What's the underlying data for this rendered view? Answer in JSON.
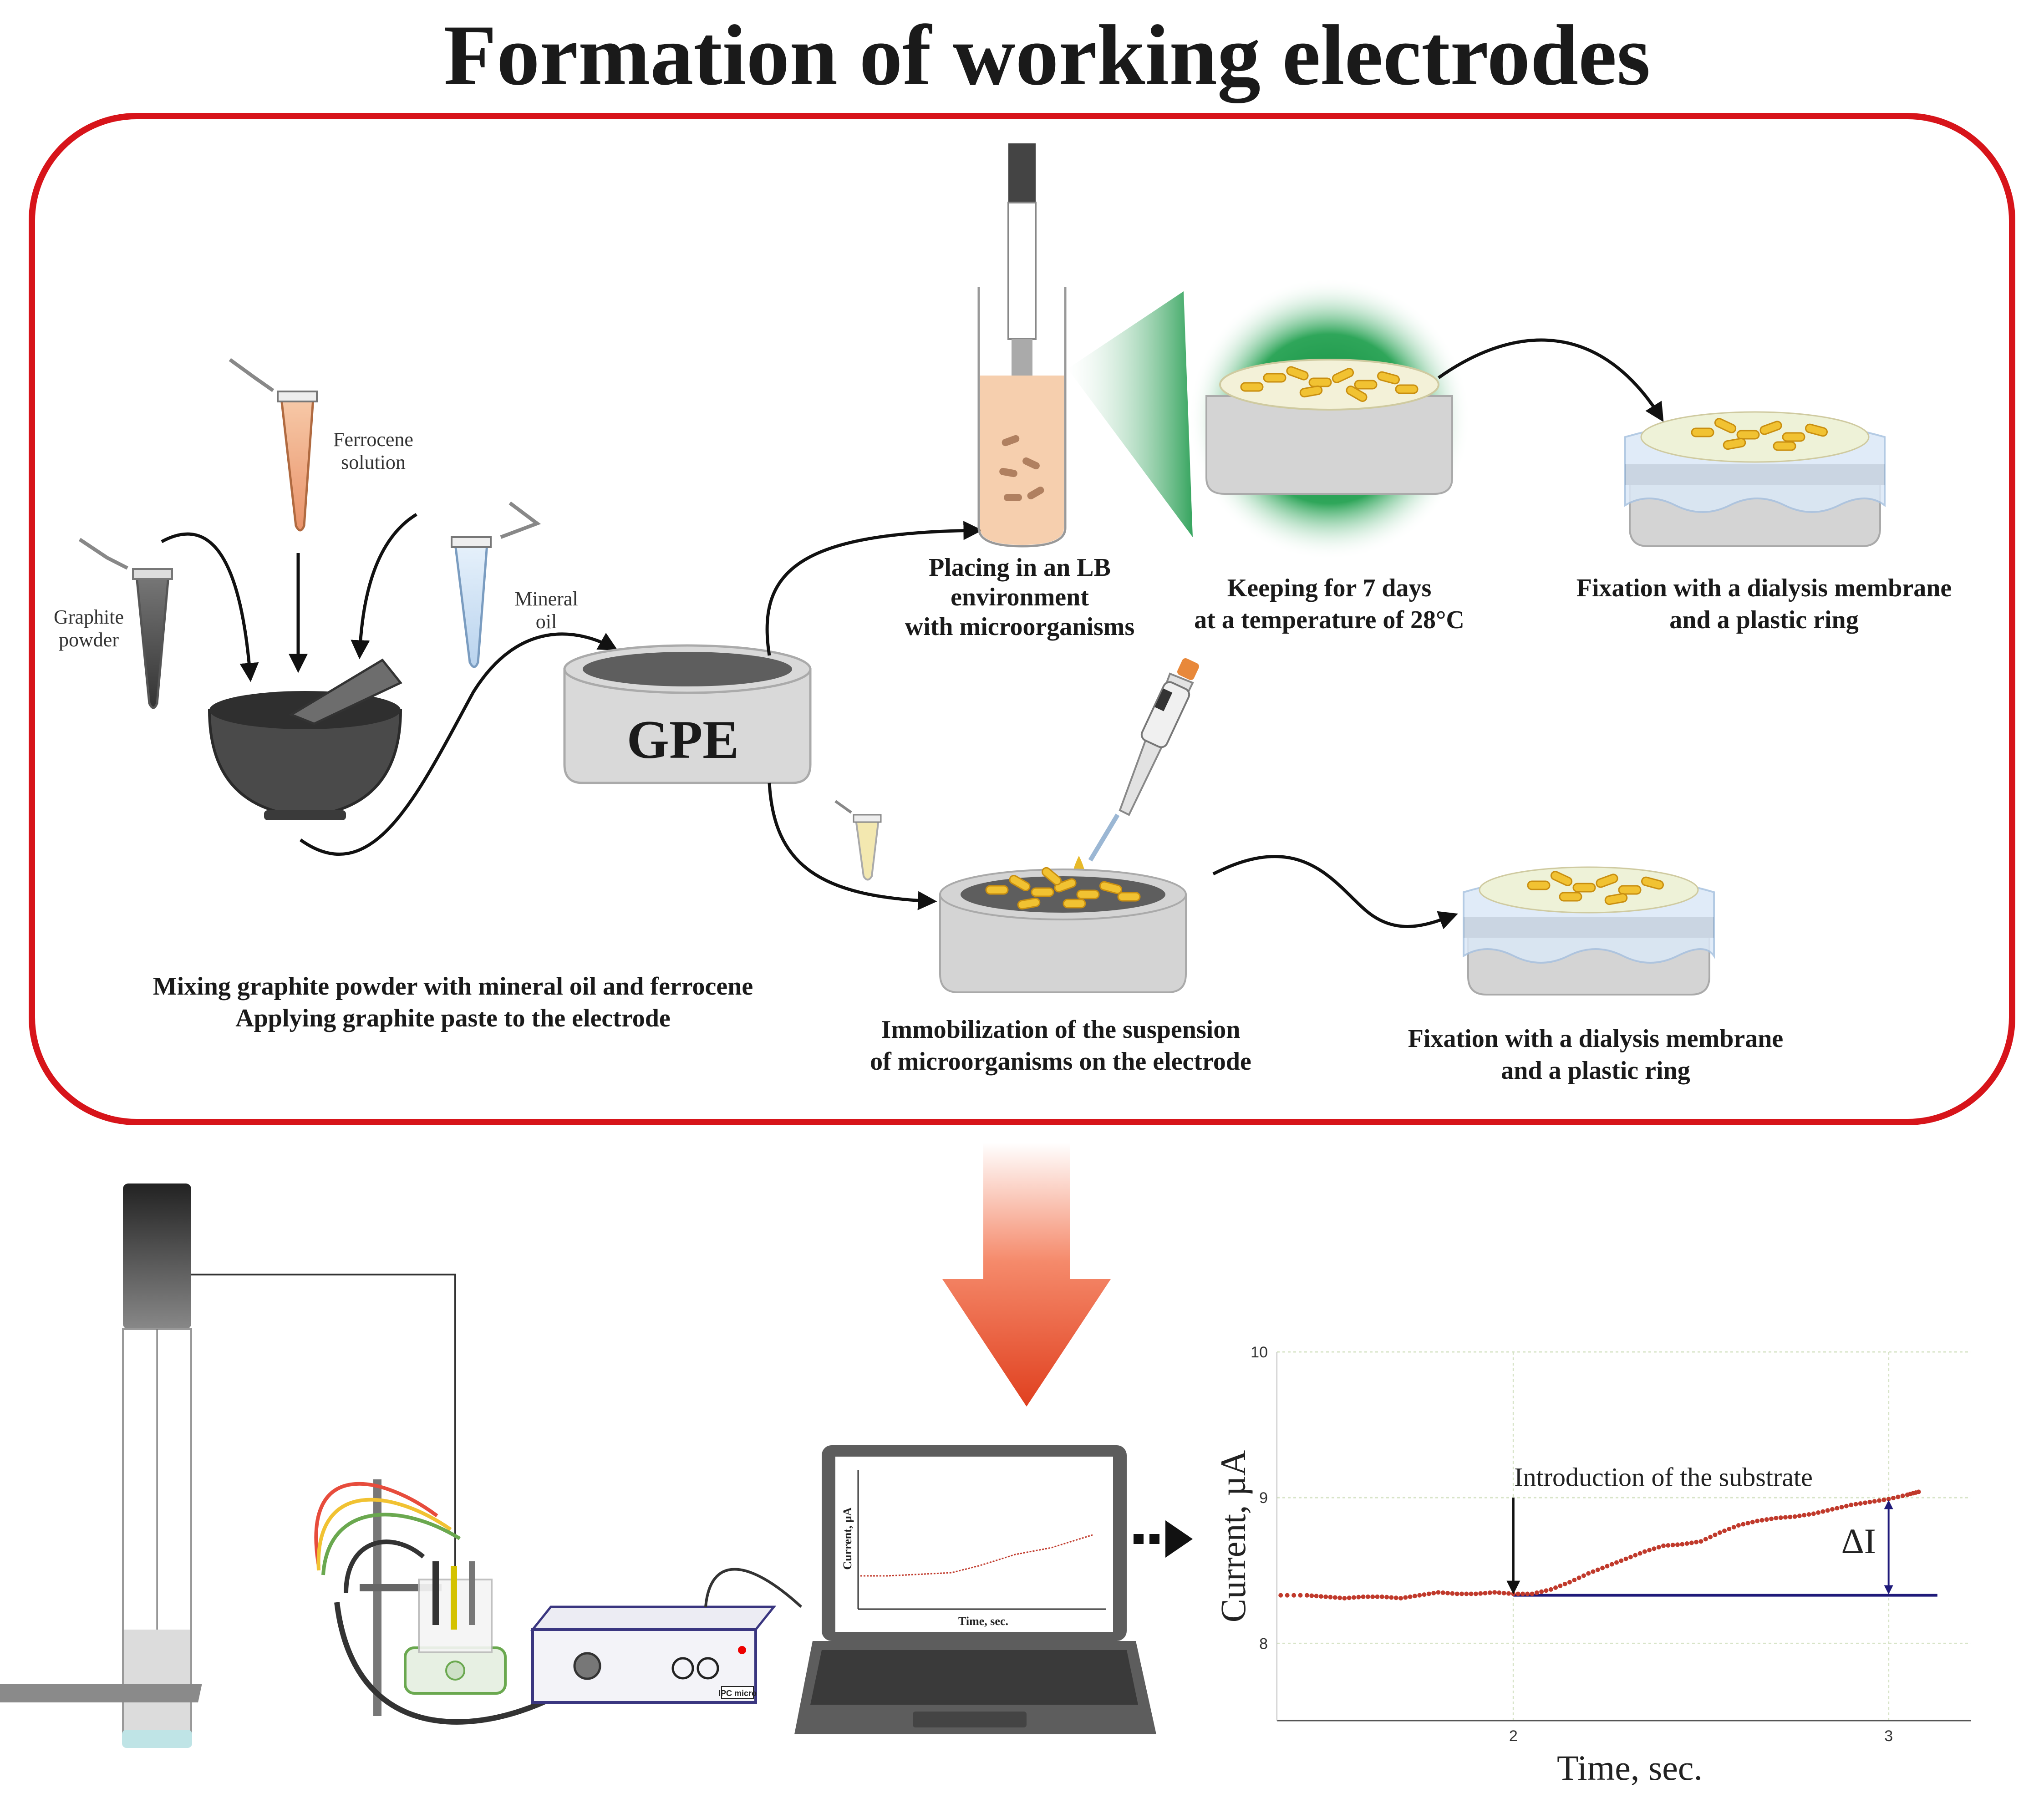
{
  "title": "Formation of working electrodes",
  "labels": {
    "ferrocene": [
      "Ferrocene",
      "solution"
    ],
    "graphite": [
      "Graphite",
      "powder"
    ],
    "mineral": [
      "Mineral",
      "oil"
    ],
    "gpe": "GPE",
    "device": "IPC micro"
  },
  "captions": {
    "mixing": [
      "Mixing graphite powder with mineral oil and ferrocene",
      "Applying graphite paste to the electrode"
    ],
    "placing": [
      "Placing in an LB",
      "environment",
      "with microorganisms"
    ],
    "keeping": [
      "Keeping for 7 days",
      "at a temperature of 28°C"
    ],
    "fixation_top": [
      "Fixation with a dialysis membrane",
      "and a plastic ring"
    ],
    "immobilization": [
      "Immobilization of the suspension",
      "of microorganisms on the electrode"
    ],
    "fixation_bottom": [
      "Fixation with a dialysis membrane",
      "and a plastic ring"
    ]
  },
  "laptop_chart": {
    "ylabel": "Current, µA",
    "xlabel": "Time, sec."
  },
  "chart_data": {
    "type": "line",
    "xlabel": "Time, sec.",
    "ylabel": "Current, µA",
    "xlim": [
      1.37,
      3.22
    ],
    "ylim": [
      7.47,
      10.0
    ],
    "xticks": [
      "2",
      "3"
    ],
    "yticks": [
      "8",
      "9",
      "10"
    ],
    "annotation": "Introduction of the substrate",
    "delta_label": "ΔI",
    "baseline": 8.33,
    "series": [
      {
        "color": "#c0392b",
        "x": [
          1.38,
          1.45,
          1.5,
          1.55,
          1.6,
          1.65,
          1.7,
          1.75,
          1.8,
          1.85,
          1.9,
          1.95,
          2.0,
          2.05,
          2.1,
          2.15,
          2.2,
          2.25,
          2.3,
          2.35,
          2.4,
          2.45,
          2.5,
          2.55,
          2.6,
          2.65,
          2.7,
          2.75,
          2.8,
          2.85,
          2.9,
          2.95,
          3.0,
          3.05,
          3.08
        ],
        "y": [
          8.33,
          8.33,
          8.32,
          8.31,
          8.32,
          8.32,
          8.31,
          8.33,
          8.35,
          8.34,
          8.34,
          8.35,
          8.34,
          8.34,
          8.37,
          8.42,
          8.48,
          8.53,
          8.58,
          8.63,
          8.67,
          8.68,
          8.7,
          8.76,
          8.81,
          8.84,
          8.86,
          8.87,
          8.89,
          8.92,
          8.95,
          8.97,
          8.99,
          9.02,
          9.04
        ]
      }
    ]
  },
  "colors": {
    "frame": "#d7141a",
    "arrow_top": "#ffffff",
    "arrow_bottom": "#e0401f",
    "baseline": "#1f1a7a",
    "series": "#c0392b"
  }
}
